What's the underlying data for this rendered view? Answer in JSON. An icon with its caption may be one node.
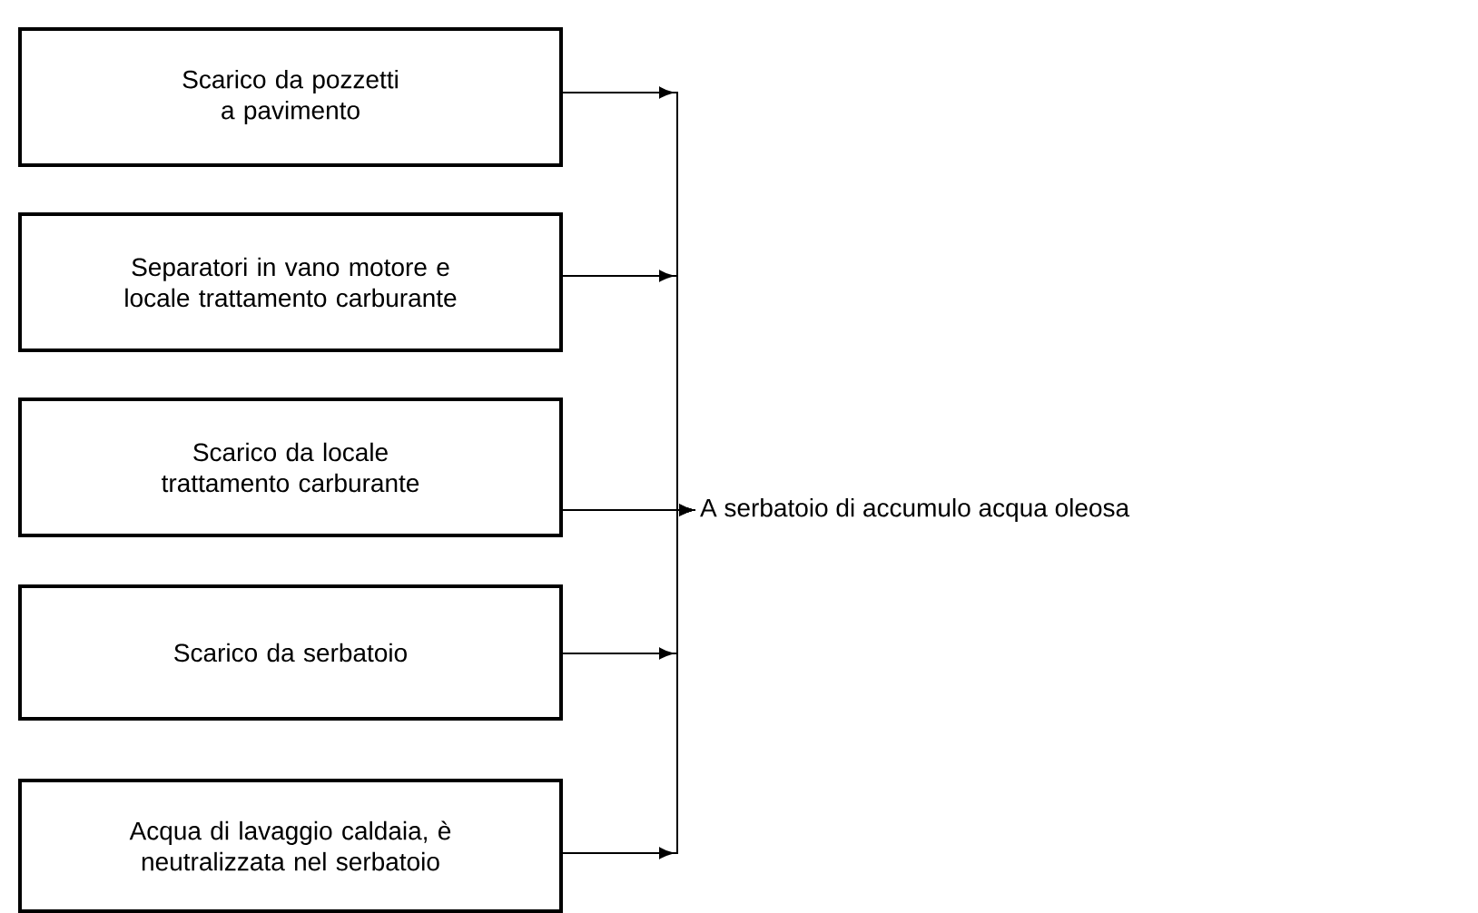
{
  "diagram": {
    "nodes": [
      {
        "text": [
          "Scarico da pozzetti a pavimento"
        ]
      },
      {
        "text": [
          "Separatori in vano motore e locale trattamento carburante"
        ]
      },
      {
        "text": [
          "Scarico da locale trattamento carburante"
        ]
      },
      {
        "text": [
          "Scarico da serbatoio"
        ]
      },
      {
        "text": [
          "Acqua di lavaggio caldaia, è neutralizzata nel serbatoio"
        ]
      },
      {
        "text": [
          "A serbatoio di accumulo acqua oleosa"
        ]
      }
    ],
    "edges": [
      {
        "from": 0,
        "to": 5,
        "arrow": "to"
      },
      {
        "from": 1,
        "to": 5,
        "arrow": "to"
      },
      {
        "from": 2,
        "to": 5,
        "arrow": "to"
      },
      {
        "from": 3,
        "to": 5,
        "arrow": "to"
      },
      {
        "from": 4,
        "to": 5,
        "arrow": "to"
      }
    ]
  }
}
